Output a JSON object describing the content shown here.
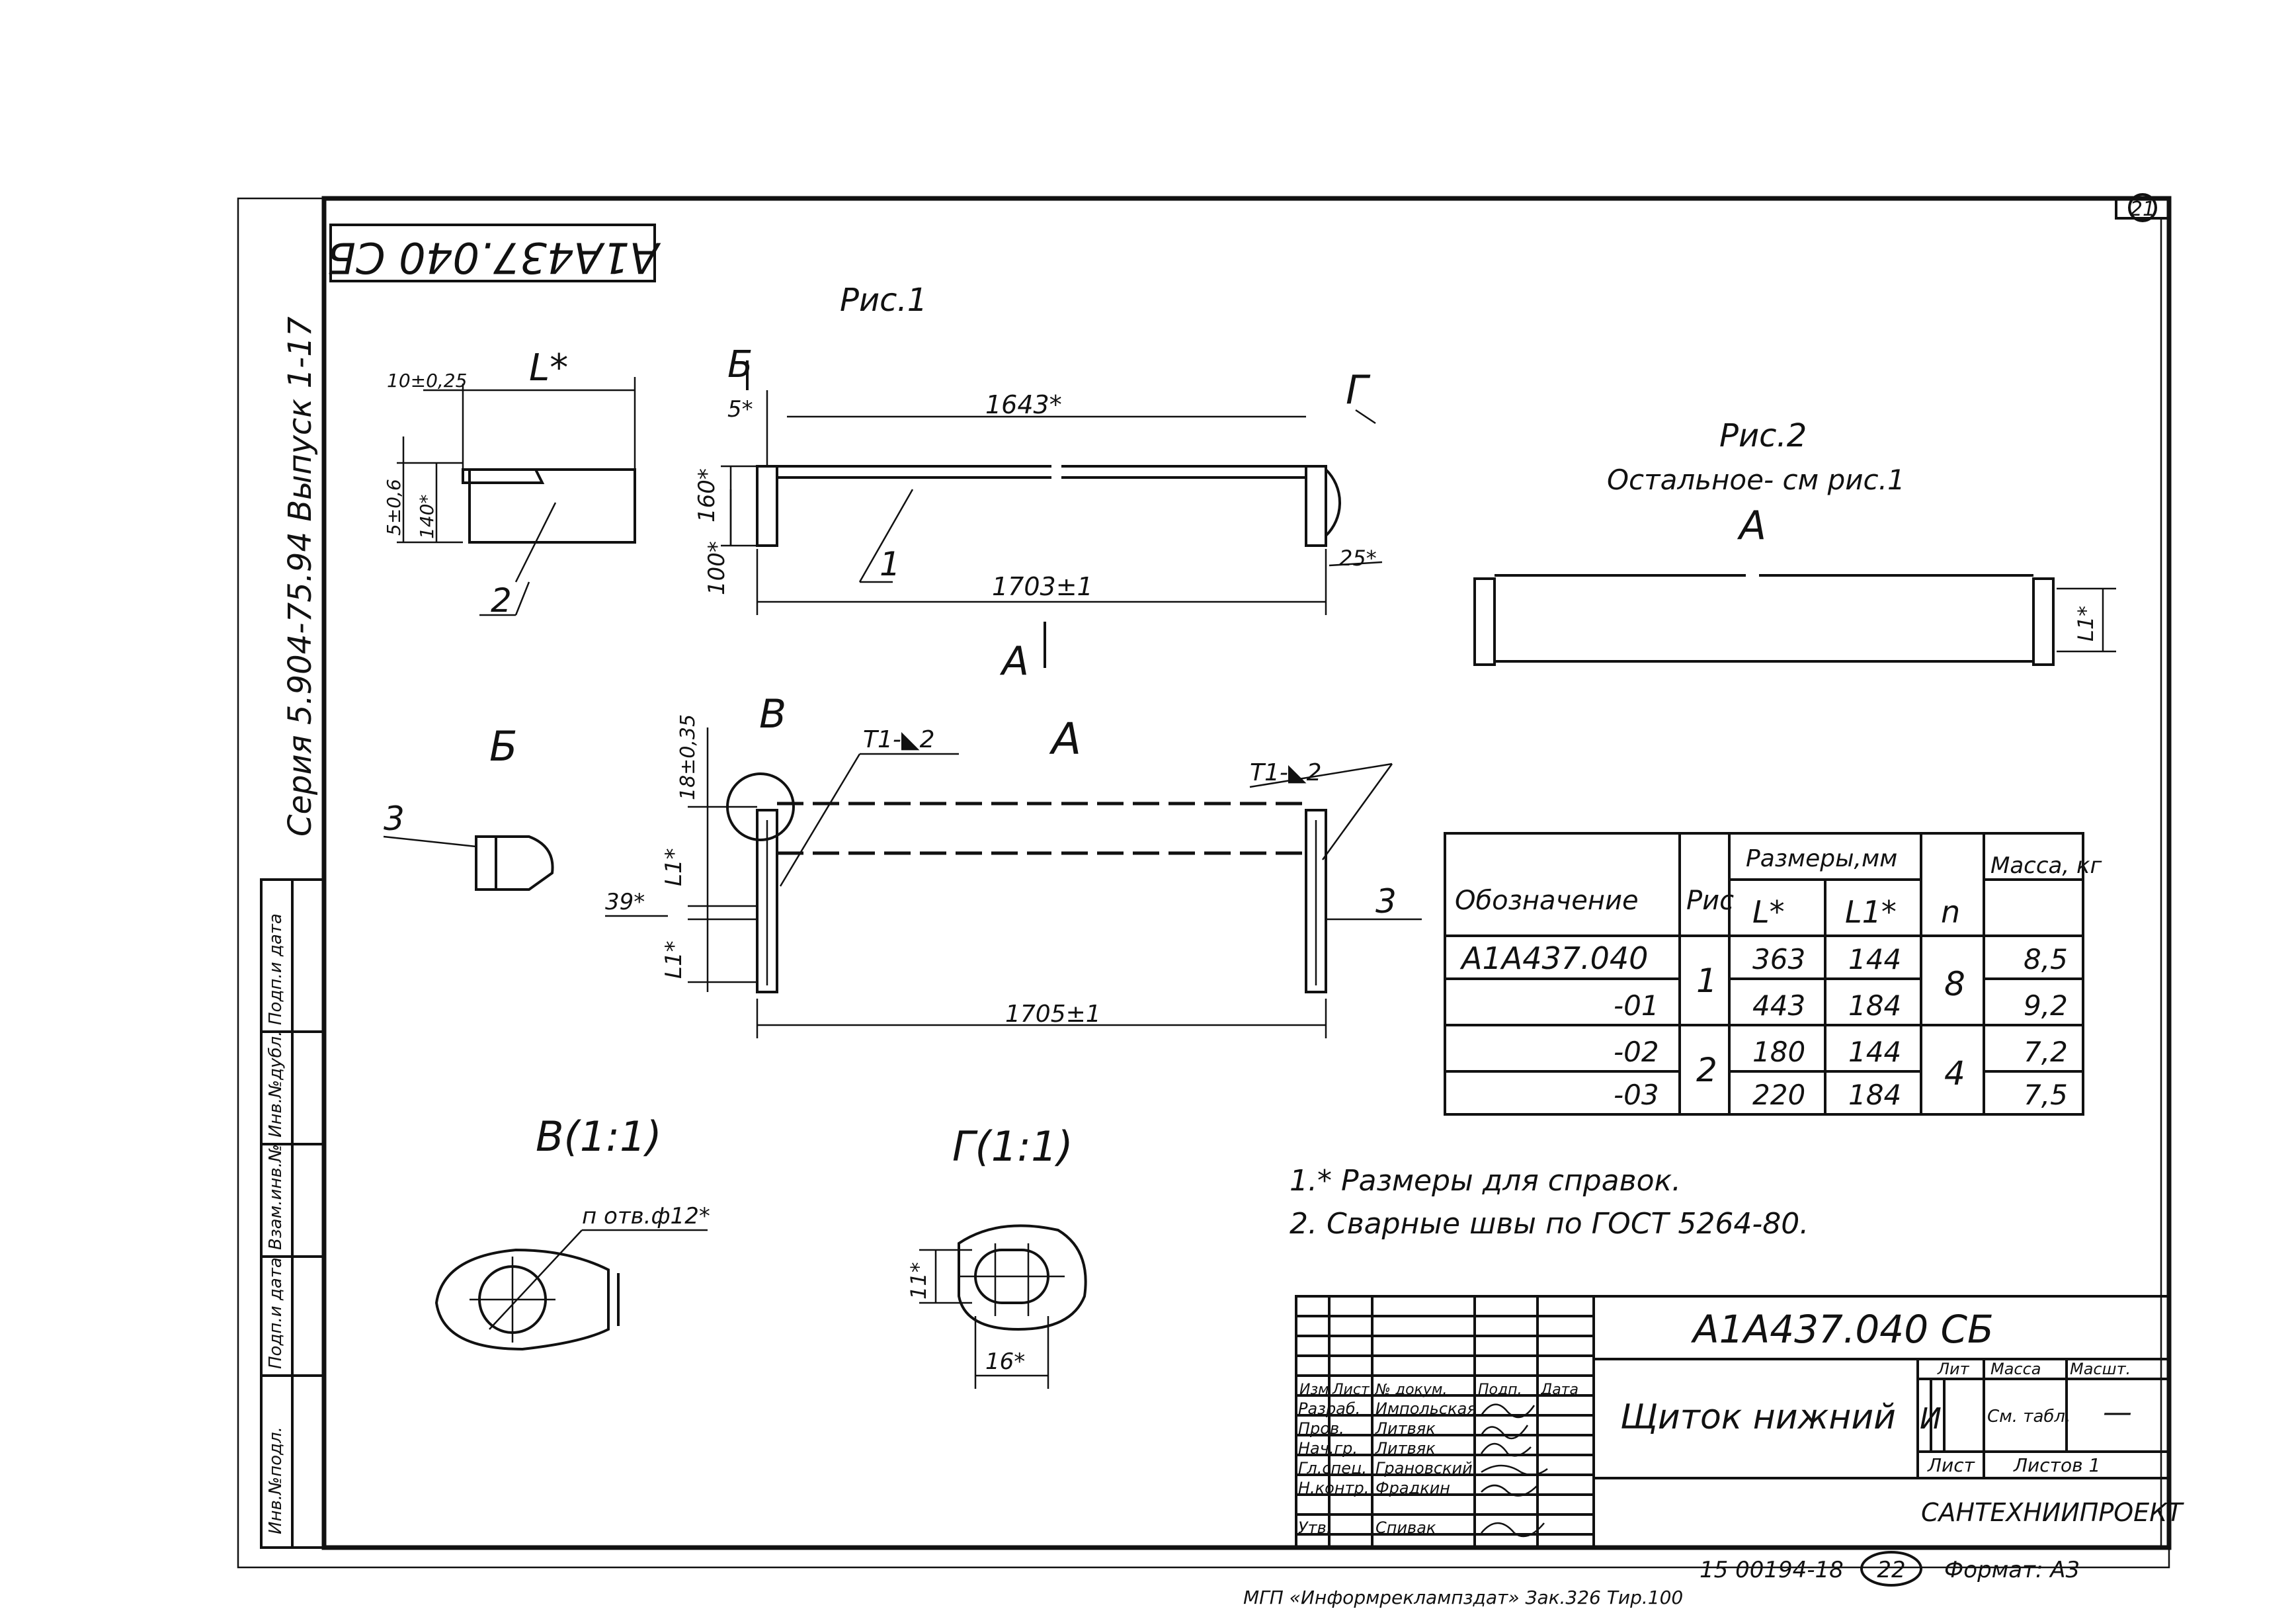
{
  "sheet_number": "21",
  "doc_code_rotated": "А1А437.040 СБ",
  "series_text": "Серия  5.904-75.94   Выпуск 1-17",
  "left_strip": [
    "Инв.№подл.",
    "Подп.и дата",
    "Взам.инв.№",
    "Инв.№дубл.",
    "Подп.и дата"
  ],
  "fig1": {
    "title": "Рис.1",
    "l_star": "L*",
    "dim_10": "10±0,25",
    "dim_5": "5±0,6",
    "dim_140": "140*",
    "dim_5star": "5*",
    "dim_1643": "1643*",
    "dim_160": "160*",
    "dim_100": "100*",
    "dim_1703": "1703±1",
    "dim_25": "25*",
    "label_1": "1",
    "label_2": "2",
    "view_b_marker": "Б",
    "view_g_marker": "Г",
    "view_a_marker": "А"
  },
  "fig2": {
    "title": "Рис.2",
    "note": "Остальное- см рис.1",
    "view": "А",
    "dim_l1": "L1*"
  },
  "view_a": {
    "title": "А",
    "marker_v": "В",
    "weld_1": "Т1-◣2",
    "weld_2": "Т1-◣2",
    "dim_18": "18±0,35",
    "dim_l1_top": "L1*",
    "dim_39": "39*",
    "dim_l1_bottom": "L1*",
    "dim_1705": "1705±1",
    "label_3": "3"
  },
  "view_b": {
    "title": "Б",
    "label_3": "3"
  },
  "detail_v": {
    "title": "В(1:1)",
    "hole": "п отв.ф12*"
  },
  "detail_g": {
    "title": "Г(1:1)",
    "dim_11": "11*",
    "dim_16": "16*"
  },
  "spec_table": {
    "headers": {
      "designation": "Обозначение",
      "fig": "Рис",
      "sizes": "Размеры,мм",
      "l": "L*",
      "l1": "L1*",
      "n": "n",
      "mass": "Масса, кг"
    },
    "rows": [
      {
        "designation": "А1А437.040",
        "l": "363",
        "l1": "144",
        "mass": "8,5"
      },
      {
        "designation": "-01",
        "l": "443",
        "l1": "184",
        "mass": "9,2"
      },
      {
        "designation": "-02",
        "l": "180",
        "l1": "144",
        "mass": "7,2"
      },
      {
        "designation": "-03",
        "l": "220",
        "l1": "184",
        "mass": "7,5"
      }
    ],
    "fig_groups": [
      "1",
      "2"
    ],
    "n_groups": [
      "8",
      "4"
    ]
  },
  "notes": [
    "1.* Размеры для справок.",
    "2. Сварные  швы  по ГОСТ 5264-80."
  ],
  "title_block": {
    "code": "А1А437.040 СБ",
    "name": "Щиток  нижний",
    "lit_header": "Лит",
    "mass_header": "Масса",
    "scale_header": "Масшт.",
    "lit_value": "И",
    "mass_value": "См. табл.",
    "scale_value": "—",
    "sheet_label": "Лист",
    "sheets_label": "Листов 1",
    "org": "САНТЕХНИИПРОЕКТ",
    "col_headers": [
      "Изм",
      "Лист",
      "№ докум.",
      "Подп.",
      "Дата"
    ],
    "roles": [
      {
        "role": "Разраб.",
        "name": "Импольская"
      },
      {
        "role": "Пров.",
        "name": "Литвяк"
      },
      {
        "role": "Нач.гр.",
        "name": "Литвяк"
      },
      {
        "role": "Гл.спец.",
        "name": "Грановский"
      },
      {
        "role": "Н.контр.",
        "name": "Фрадкин"
      },
      {
        "role": "Утв.",
        "name": "Спивак"
      }
    ]
  },
  "footer": {
    "inv": "15 00194-18",
    "page_circle": "22",
    "format": "Формат: А3",
    "printer": "МГП «Информреклампздат»   Зак.326  Тир.100"
  }
}
